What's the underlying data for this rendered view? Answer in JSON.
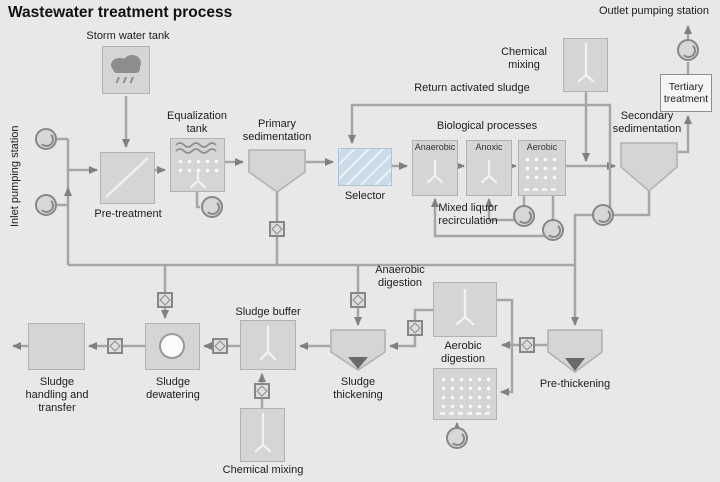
{
  "title": "Wastewater treatment process",
  "nodes": {
    "storm_water_tank": "Storm water tank",
    "inlet_pumping_station": "Inlet pumping station",
    "pre_treatment": "Pre-treatment",
    "equalization_tank": "Equalization tank",
    "primary_sedimentation": "Primary sedimentation",
    "selector": "Selector",
    "biological_processes": "Biological processes",
    "zones": [
      "Anaerobic",
      "Anoxic",
      "Aerobic"
    ],
    "chemical_mixing_top": "Chemical mixing",
    "secondary_sedimentation": "Secondary sedimentation",
    "tertiary_treatment": "Tertiary treatment",
    "outlet_pumping_station": "Outlet pumping station",
    "pre_thickening": "Pre-thickening",
    "anaerobic_digestion": "Anaerobic digestion",
    "aerobic_digestion": "Aerobic digestion",
    "sludge_thickening": "Sludge thickening",
    "sludge_buffer": "Sludge buffer",
    "chemical_mixing_bottom": "Chemical mixing",
    "sludge_dewatering": "Sludge dewatering",
    "sludge_handling": "Sludge handling and transfer"
  },
  "streams": {
    "return_activated_sludge": "Return activated sludge",
    "mixed_liquor_recirculation": "Mixed liquor recirculation"
  },
  "colors": {
    "background": "#e9e8e8",
    "tank_fill": "#d5d5d5",
    "tank_border": "#b2b2b2",
    "selector_fill": "#c9dce8",
    "line": "#a6a6a6",
    "arrow": "#808080",
    "dark_tip": "#6a6a6a",
    "text": "#1c1c1c"
  }
}
